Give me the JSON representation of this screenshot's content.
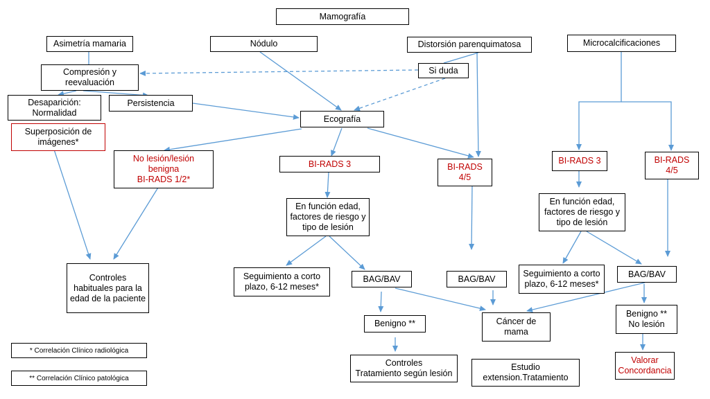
{
  "colors": {
    "arrow": "#5b9bd5",
    "border": "#000000",
    "highlight": "#c00000"
  },
  "nodes": {
    "mamografia": "Mamografía",
    "asimetria": "Asimetría mamaria",
    "nodulo": "Nódulo",
    "distorsion": "Distorsión parenquimatosa",
    "microcalc": "Microcalcificaciones",
    "compresion": "Compresión y\nreevaluación",
    "si_duda": "Si duda",
    "desaparicion": "Desaparición:\nNormalidad",
    "persistencia": "Persistencia",
    "ecografia": "Ecografía",
    "superposicion": "Superposición de\nimágenes*",
    "no_lesion": "No lesión/lesión\nbenigna\nBI-RADS 1/2*",
    "birads3_eco": "BI-RADS 3",
    "birads45_eco": "BI-RADS\n4/5",
    "birads3_micro": "BI-RADS 3",
    "birads45_micro": "BI-RADS\n4/5",
    "funcion_eco": "En función edad,\nfactores de riesgo y\ntipo de lesión",
    "funcion_micro": "En función edad,\nfactores de riesgo y\ntipo de lesión",
    "controles_habituales": "Controles\nhabituales para la\nedad de la paciente",
    "seguimiento_eco": "Seguimiento a corto\nplazo, 6-12 meses*",
    "bag_eco": "BAG/BAV",
    "bag_direct": "BAG/BAV",
    "seguimiento_micro": "Seguimiento a corto\nplazo, 6-12 meses*",
    "bag_micro": "BAG/BAV",
    "benigno_eco": "Benigno **",
    "cancer": "Cáncer de\nmama",
    "benigno_micro": "Benigno **\nNo lesión",
    "controles_tratamiento": "Controles\nTratamiento según lesión",
    "estudio": "Estudio\nextension.Tratamiento",
    "valorar": "Valorar\nConcordancia",
    "nota1": "* Correlación Clínico radiológica",
    "nota2": "** Correlación Clínico patológica"
  }
}
